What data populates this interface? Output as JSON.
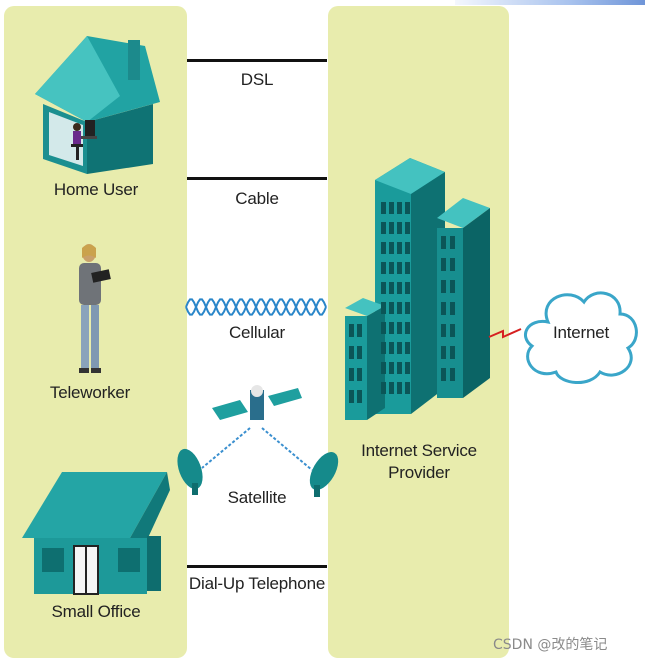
{
  "left_column": {
    "home_user": "Home User",
    "teleworker": "Teleworker",
    "small_office": "Small Office"
  },
  "connections": {
    "dsl": "DSL",
    "cable": "Cable",
    "cellular": "Cellular",
    "satellite": "Satellite",
    "dialup": "Dial-Up Telephone"
  },
  "right_column": {
    "isp_line1": "Internet Service",
    "isp_line2": "Provider"
  },
  "cloud": {
    "label": "Internet"
  },
  "watermark": "CSDN @改的笔记",
  "colors": {
    "panel": "#e8ecad",
    "teal": "#1c9c9c",
    "teal_dark": "#0d6e70",
    "cellular_wave": "#2a86c9",
    "cloud_outline": "#3aa6c9",
    "lightning": "#d62020"
  },
  "icons": [
    "house-icon",
    "person-icon",
    "satellite-icon",
    "satellite-dish-icon",
    "office-building-icon",
    "isp-tower-icon",
    "cloud-icon",
    "lightning-icon"
  ]
}
